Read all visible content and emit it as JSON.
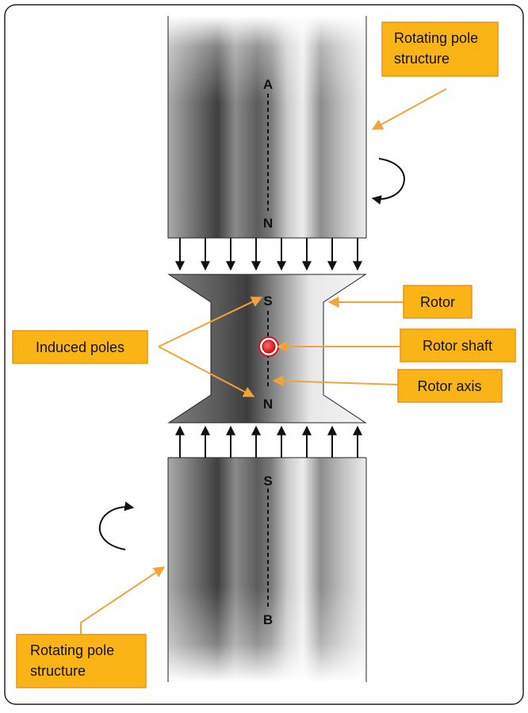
{
  "labels": {
    "rotating_pole_top": [
      "Rotating pole",
      "structure"
    ],
    "rotating_pole_bottom": [
      "Rotating pole",
      "structure"
    ],
    "rotor": "Rotor",
    "rotor_shaft": "Rotor shaft",
    "rotor_axis": "Rotor axis",
    "induced_poles": "Induced poles"
  },
  "poles": {
    "top_axis_end": "A",
    "top_pole_face": "N",
    "rotor_top": "S",
    "rotor_bottom": "N",
    "bottom_pole_face": "S",
    "bottom_axis_end": "B"
  },
  "colors": {
    "callout_fill": "#fbb416",
    "callout_border": "#e5961a",
    "leader_line": "#f2a33a",
    "shaft": "#e41e26",
    "frame": "#222222"
  }
}
